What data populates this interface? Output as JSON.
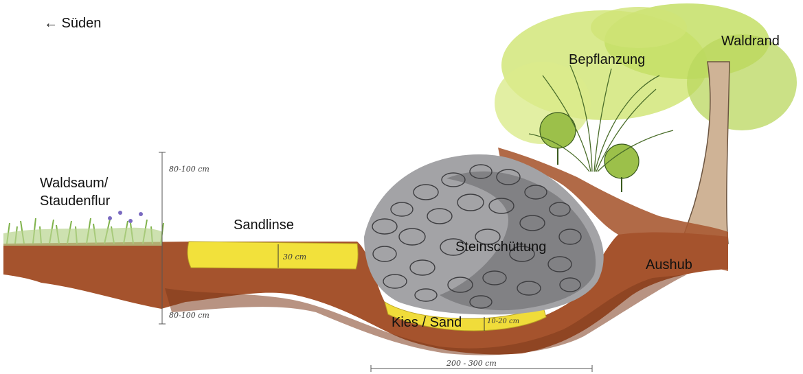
{
  "labels": {
    "direction": "← Süden",
    "waldrand": "Waldrand",
    "bepflanzung": "Bepflanzung",
    "waldsaum_line1": "Waldsaum/",
    "waldsaum_line2": "Staudenflur",
    "sandlinse": "Sandlinse",
    "steinschuettung": "Steinschüttung",
    "aushub": "Aushub",
    "kies_sand": "Kies / Sand"
  },
  "handwritten": {
    "height_top": "80-100 cm",
    "height_bottom": "80-100 cm",
    "sand_thickness": "30 cm",
    "gravel_thickness": "10-20 cm",
    "width": "200 - 300 cm"
  },
  "colors": {
    "soil": "#a5532d",
    "soil_dark": "#7e3a1c",
    "sand": "#f2e13b",
    "stone": "#9a9a9c",
    "stone_dark": "#5c5c5e",
    "grass": "#8fbf5a",
    "foliage_light": "#c9e26a",
    "foliage_mid": "#88b33d",
    "trunk": "#c7a98a"
  }
}
